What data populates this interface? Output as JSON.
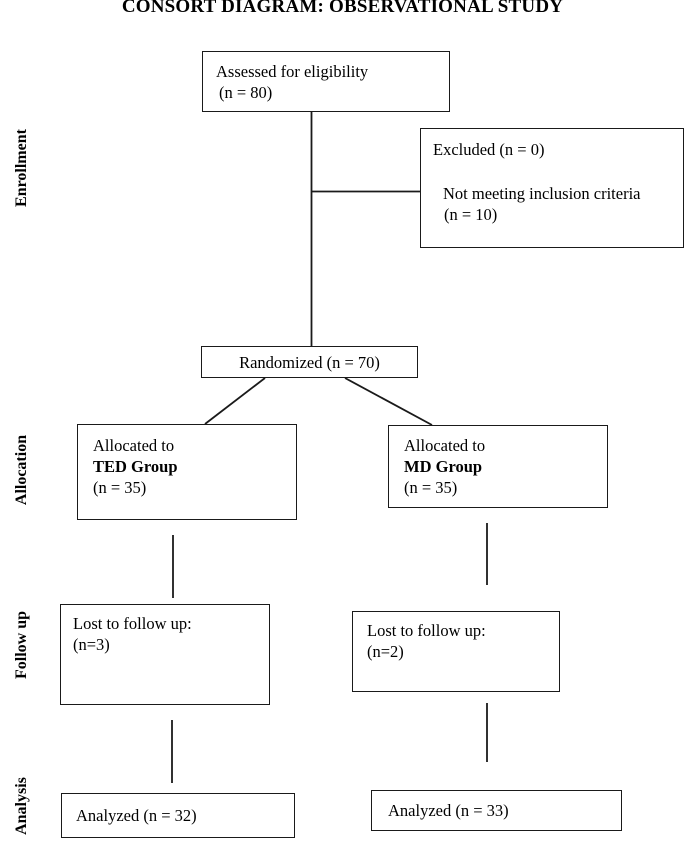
{
  "title": "CONSORT DIAGRAM: OBSERVATIONAL STUDY",
  "stage_labels": {
    "enrollment": "Enrollment",
    "allocation": "Allocation",
    "follow_up": "Follow up",
    "analysis": "Analysis"
  },
  "boxes": {
    "assessed": {
      "line1": "Assessed for eligibility",
      "line2": "(n = 80)"
    },
    "excluded": {
      "line1": "Excluded (n = 0)",
      "line2": "Not meeting inclusion criteria",
      "line3": "(n = 10)"
    },
    "randomized": {
      "label": "Randomized (n = 70)"
    },
    "allocated_ted": {
      "line1": "Allocated to",
      "line2": "TED Group",
      "line3": "(n = 35)"
    },
    "allocated_md": {
      "line1": "Allocated to",
      "line2": "MD Group",
      "line3": "(n = 35)"
    },
    "lost_ted": {
      "line1": "Lost to follow up:",
      "line2": "(n=3)"
    },
    "lost_md": {
      "line1": "Lost to follow up:",
      "line2": "(n=2)"
    },
    "analyzed_ted": {
      "label": "Analyzed (n = 32)"
    },
    "analyzed_md": {
      "label": "Analyzed (n = 33)"
    }
  },
  "colors": {
    "line": "#1a1a1a",
    "box_border": "#1a1a1a",
    "background": "#ffffff",
    "text": "#000000"
  }
}
